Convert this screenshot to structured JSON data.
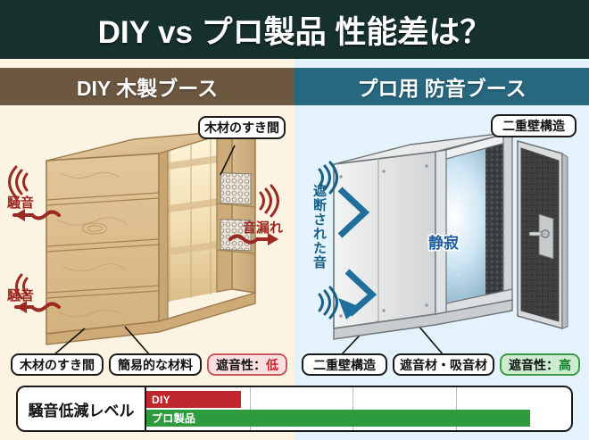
{
  "header": {
    "title": "DIY vs プロ製品 性能差は？",
    "bg_color": "#17312e"
  },
  "panels": {
    "left": {
      "heading": "DIY 木製ブース",
      "heading_bg": "#6c5740",
      "bg_color": "#fdf3e2",
      "top_callout": "木材のすき間",
      "noise_labels": [
        "騒音",
        "騒音"
      ],
      "leak_label": "音漏れ",
      "bottom_tags": [
        {
          "text": "木材のすき間",
          "style": "plain"
        },
        {
          "text": "簡易的な材料",
          "style": "plain"
        }
      ],
      "rating": {
        "label": "遮音性：",
        "value": "低",
        "color": "#cc2127"
      }
    },
    "right": {
      "heading": "プロ用 防音ブース",
      "heading_bg": "#27687f",
      "bg_color": "#e3f2fb",
      "top_callout": "二重壁構造",
      "blocked_label": "遮断された音",
      "inner_label": "静寂",
      "bottom_tags": [
        {
          "text": "二重壁構造",
          "style": "plain"
        },
        {
          "text": "遮音材・吸音材",
          "style": "plain"
        }
      ],
      "rating": {
        "label": "遮音性：",
        "value": "高",
        "color": "#11812a"
      }
    }
  },
  "chart_data": {
    "type": "bar",
    "title": "騒音低減レベル",
    "orientation": "horizontal",
    "categories": [
      "DIY",
      "プロ製品"
    ],
    "values": [
      23,
      93
    ],
    "xlim": [
      0,
      100
    ],
    "xlabel": "",
    "ylabel": "",
    "grid": true,
    "gridlines": [
      25,
      50,
      75
    ],
    "colors": [
      "#c0272d",
      "#2e9b3f"
    ],
    "legend": "inside-bar"
  }
}
